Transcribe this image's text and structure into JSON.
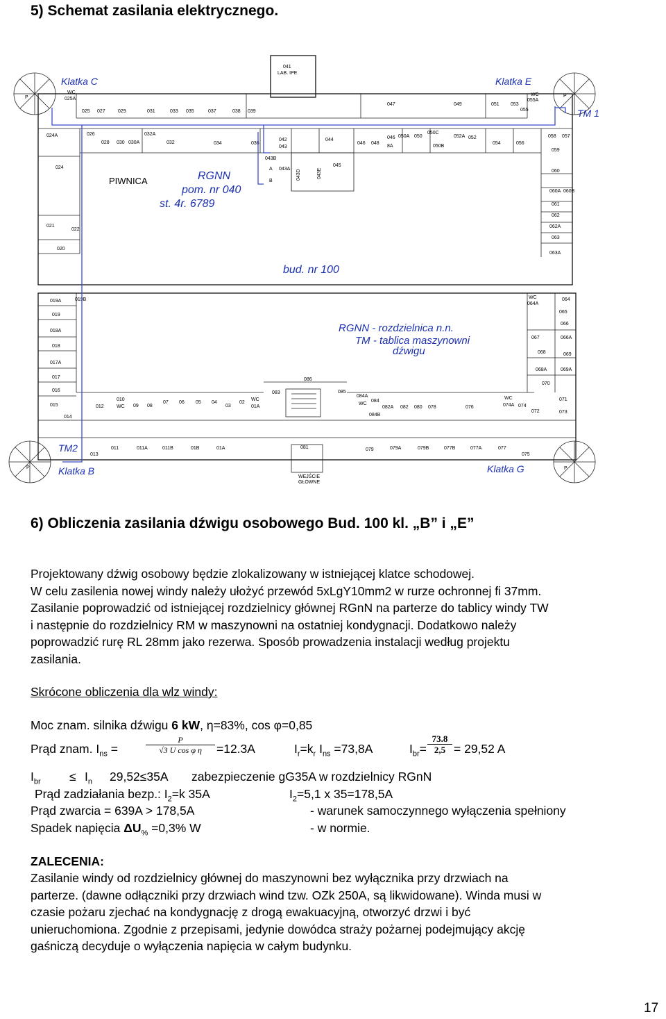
{
  "section5": {
    "title": "5)  Schemat zasilania elektrycznego."
  },
  "plan": {
    "labels": {
      "lab": "041",
      "lab2": "LAB. IPE",
      "piwnica": "PIWNICA",
      "klatka_c": "Klatka C",
      "klatka_e": "Klatka E",
      "klatka_b": "Klatka B",
      "klatka_g": "Klatka G",
      "tm1": "TM 1",
      "tm2": "TM2",
      "rgnn": "RGNN",
      "pom": "pom. nr 040",
      "st": "st. 4r. 6789",
      "bud": "bud. nr 100",
      "legend1": "RGNN - rozdzielnica n.n.",
      "legend2": "TM - tablica maszynowni",
      "legend3": "dźwigu",
      "wejscie": "WEJŚCIE",
      "glowne": "GŁÓWNE"
    },
    "rooms_top": [
      "025",
      "027",
      "029",
      "031",
      "033",
      "035",
      "037",
      "038",
      "039",
      "047",
      "049",
      "051",
      "053",
      "055"
    ],
    "rooms_mid": [
      "024A",
      "026",
      "028",
      "030",
      "030A",
      "032A",
      "032",
      "034",
      "036",
      "042",
      "043",
      "043B",
      "043A",
      "043D",
      "043E",
      "044",
      "045",
      "046",
      "048",
      "050A",
      "050",
      "8A",
      "050C",
      "050B",
      "052A",
      "052",
      "054",
      "056",
      "058",
      "057",
      "059",
      "060",
      "060A",
      "060B",
      "061",
      "062",
      "062A",
      "063",
      "063A",
      "024",
      "021",
      "022",
      "020",
      "A",
      "B",
      "WC",
      "025A",
      "055A"
    ],
    "rooms_bottom_left": [
      "019A",
      "019B",
      "019",
      "018A",
      "018",
      "017A",
      "017",
      "016",
      "015",
      "014",
      "012",
      "010",
      "09",
      "08",
      "07",
      "06",
      "05",
      "04",
      "03",
      "02",
      "01A",
      "083",
      "086",
      "085",
      "084A",
      "084",
      "084B",
      "082A",
      "082",
      "080",
      "078",
      "076",
      "074A",
      "074",
      "072",
      "071",
      "073",
      "067",
      "068",
      "068A",
      "069A",
      "070",
      "064A",
      "064",
      "065",
      "066",
      "066A",
      "069"
    ],
    "rooms_bottom_row": [
      "013",
      "011",
      "011A",
      "011B",
      "01B",
      "01A",
      "081",
      "079",
      "079A",
      "079B",
      "077B",
      "077A",
      "077",
      "075"
    ]
  },
  "section6": {
    "title": "6)  Obliczenia zasilania dźwigu osobowego Bud. 100 kl. „B” i „E”"
  },
  "description": [
    "Projektowany dźwig osobowy będzie zlokalizowany w istniejącej klatce schodowej.",
    "W celu zasilenia nowej windy należy ułożyć przewód 5xLgY10mm2 w rurze ochronnej fi 37mm.",
    "Zasilanie poprowadzić od istniejącej rozdzielnicy głównej RGnN na parterze do tablicy windy TW",
    "i następnie do rozdzielnicy RM w maszynowni na ostatniej kondygnacji. Dodatkowo należy",
    "poprowadzić rurę RL 28mm jako rezerwa. Sposób prowadzenia instalacji według projektu",
    "zasilania."
  ],
  "calc": {
    "heading": "Skrócone obliczenia dla wlz windy:",
    "moc": "Moc znam. silnika dźwigu ",
    "moc_bold": "6 kW",
    "moc_rest": ", η=83%, cos φ=0,85",
    "prad_label": "Prąd znam. I",
    "prad_sub": "ns",
    "prad_eq": " =",
    "frac_num": "P",
    "frac_den": "√3 U cos φ η",
    "prad_val": "=12.3A",
    "ir": "I",
    "ir_sub": "r",
    "ir_eq": "=k",
    "kr_sub": "r",
    "ins": " I",
    "ins_sub": "ns",
    "ir_val": " =73,8A",
    "ibr": "I",
    "ibr_sub": "br",
    "ibr_eq": "=",
    "frac2_num": "73.8",
    "frac2_den": "2,5",
    "ibr_val": "= 29,52 A",
    "cond_ibr": "I",
    "cond_ibr_sub": "br",
    "cond_le": "≤",
    "cond_in": "I",
    "cond_in_sub": "n",
    "cond_vals": "29,52≤35A",
    "cond_text": "zabezpieczenie gG35A w rozdzielnicy RGnN",
    "zadz": "Prąd zadziałania bezp.: I",
    "zadz_sub": "2",
    "zadz_eq": "=k 35A",
    "zadz2": "I",
    "zadz2_sub": "2",
    "zadz2_val": "=5,1 x 35=178,5A",
    "zwarcie": "Prąd zwarcia = 639A > 178,5A",
    "zwarcie_note": "- warunek samoczynnego wyłączenia spełniony",
    "spadek": "Spadek napięcia ",
    "spadek_du": "ΔU",
    "spadek_sub": "%",
    "spadek_val": " =0,3%   W",
    "spadek_note": "- w normie."
  },
  "zalecenia": {
    "heading": "ZALECENIA:",
    "lines": [
      "Zasilanie windy od rozdzielnicy głównej do maszynowni bez wyłącznika przy drzwiach na",
      "parterze. (dawne odłączniki przy drzwiach wind tzw. OZk 250A, są likwidowane). Winda musi w",
      "czasie pożaru zjechać na kondygnację z drogą ewakuacyjną, otworzyć drzwi i być",
      "unieruchomiona. Zgodnie z przepisami, jedynie dowódca straży pożarnej podejmujący akcję",
      "gaśniczą decyduje o wyłączenia napięcia w całym budynku."
    ]
  },
  "page_number": "17"
}
